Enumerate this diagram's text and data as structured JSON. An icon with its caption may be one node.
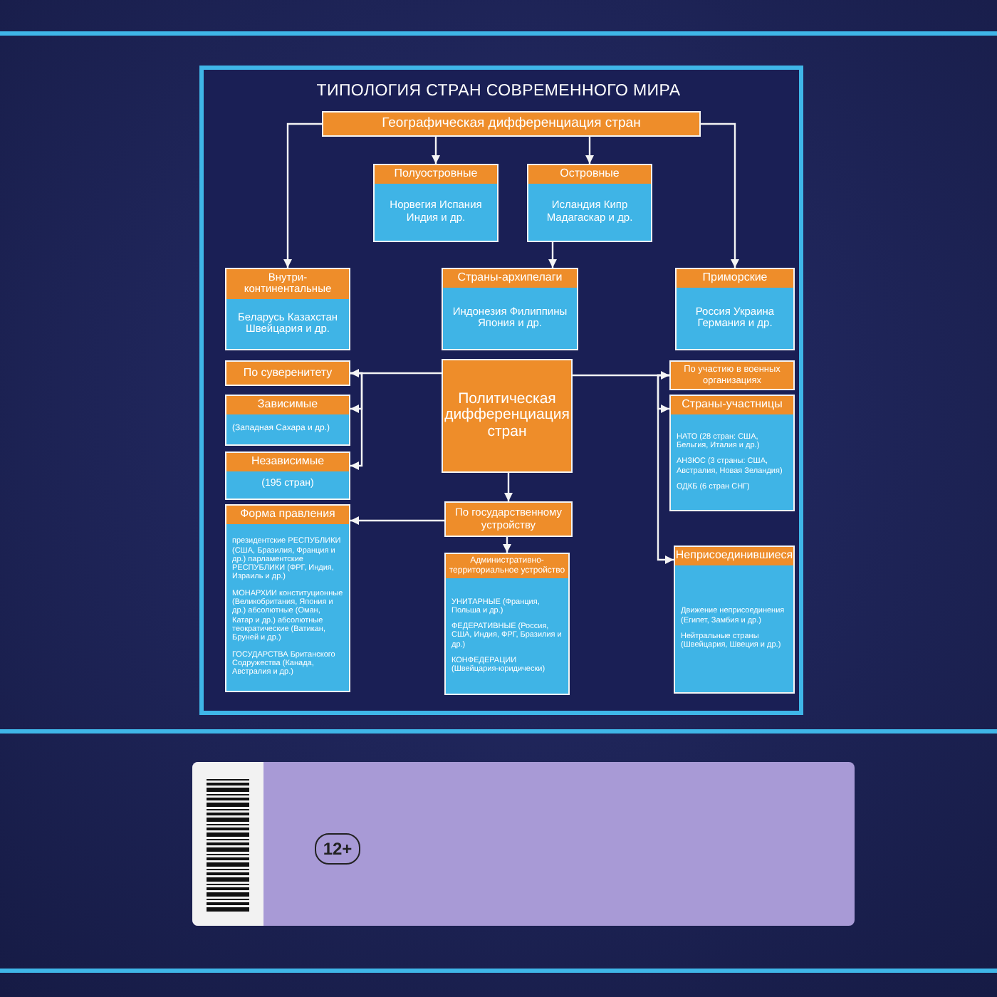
{
  "diagram": {
    "title": "ТИПОЛОГИЯ СТРАН СОВРЕМЕННОГО МИРА",
    "nodes": [
      {
        "text": [
          "Географическая дифференциация стран"
        ]
      },
      {
        "text": [
          "Полуостровные",
          "Норвегия Испания Индия и др."
        ]
      },
      {
        "text": [
          "Островные",
          "Исландия Кипр Мадагаскар и др."
        ]
      },
      {
        "text": [
          "Внутри-континентальные",
          "Беларусь Казахстан Швейцария и др."
        ]
      },
      {
        "text": [
          "Страны-архипелаги",
          "Индонезия Филиппины Япония и др."
        ]
      },
      {
        "text": [
          "Приморские",
          "Россия Украина Германия и др."
        ]
      },
      {
        "text": [
          "По суверенитету"
        ]
      },
      {
        "text": [
          "Зависимые",
          "(Западная Сахара и др.)"
        ]
      },
      {
        "text": [
          "Независимые",
          "(195 стран)"
        ]
      },
      {
        "text": [
          "Политическая дифференциация стран"
        ]
      },
      {
        "text": [
          "По участию в военных организациях"
        ]
      },
      {
        "text": [
          "Страны-участницы",
          "НАТО (28 стран: США, Бельгия, Италия и др.)",
          "АНЗЮС (3 страны: США, Австралия, Новая Зеландия)",
          "ОДКБ (6 стран СНГ)"
        ]
      },
      {
        "text": [
          "Форма правления",
          "президентские РЕСПУБЛИКИ (США, Бразилия, Франция и др.) парламентские РЕСПУБЛИКИ (ФРГ, Индия, Израиль и др.)",
          "МОНАРХИИ конституционные (Великобритания, Япония и др.) абсолютные (Оман, Катар и др.) абсолютные теократические (Ватикан, Бруней и др.)",
          "ГОСУДАРСТВА Британского Содружества (Канада, Австралия и др.)"
        ]
      },
      {
        "text": [
          "По государственному устройству"
        ]
      },
      {
        "text": [
          "Административно-территориальное устройство",
          "УНИТАРНЫЕ (Франция, Польша и др.)",
          "ФЕДЕРАТИВНЫЕ (Россия, США, Индия, ФРГ, Бразилия и др.)",
          "КОНФЕДЕРАЦИИ (Швейцария-юридически)"
        ]
      },
      {
        "text": [
          "Неприсоединившиеся",
          "Движение неприсоединения (Египет, Замбия и др.)",
          "Нейтральные страны (Швейцария, Швеция и др.)"
        ]
      }
    ],
    "edges": [
      {
        "from": 0,
        "to": 1,
        "arrow": "to"
      },
      {
        "from": 0,
        "to": 2,
        "arrow": "to"
      },
      {
        "from": 0,
        "to": 3,
        "arrow": "to"
      },
      {
        "from": 0,
        "to": 5,
        "arrow": "to"
      },
      {
        "from": 2,
        "to": 4,
        "arrow": "to"
      },
      {
        "from": 9,
        "to": 6,
        "arrow": "to"
      },
      {
        "from": 6,
        "to": 7,
        "arrow": "to"
      },
      {
        "from": 6,
        "to": 8,
        "arrow": "to"
      },
      {
        "from": 9,
        "to": 10,
        "arrow": "to"
      },
      {
        "from": 10,
        "to": 11,
        "arrow": "to"
      },
      {
        "from": 10,
        "to": 15,
        "arrow": "to"
      },
      {
        "from": 9,
        "to": 13,
        "arrow": "to"
      },
      {
        "from": 13,
        "to": 12,
        "arrow": "to"
      },
      {
        "from": 13,
        "to": 14,
        "arrow": "to"
      }
    ],
    "labels": [
      "12+"
    ]
  }
}
